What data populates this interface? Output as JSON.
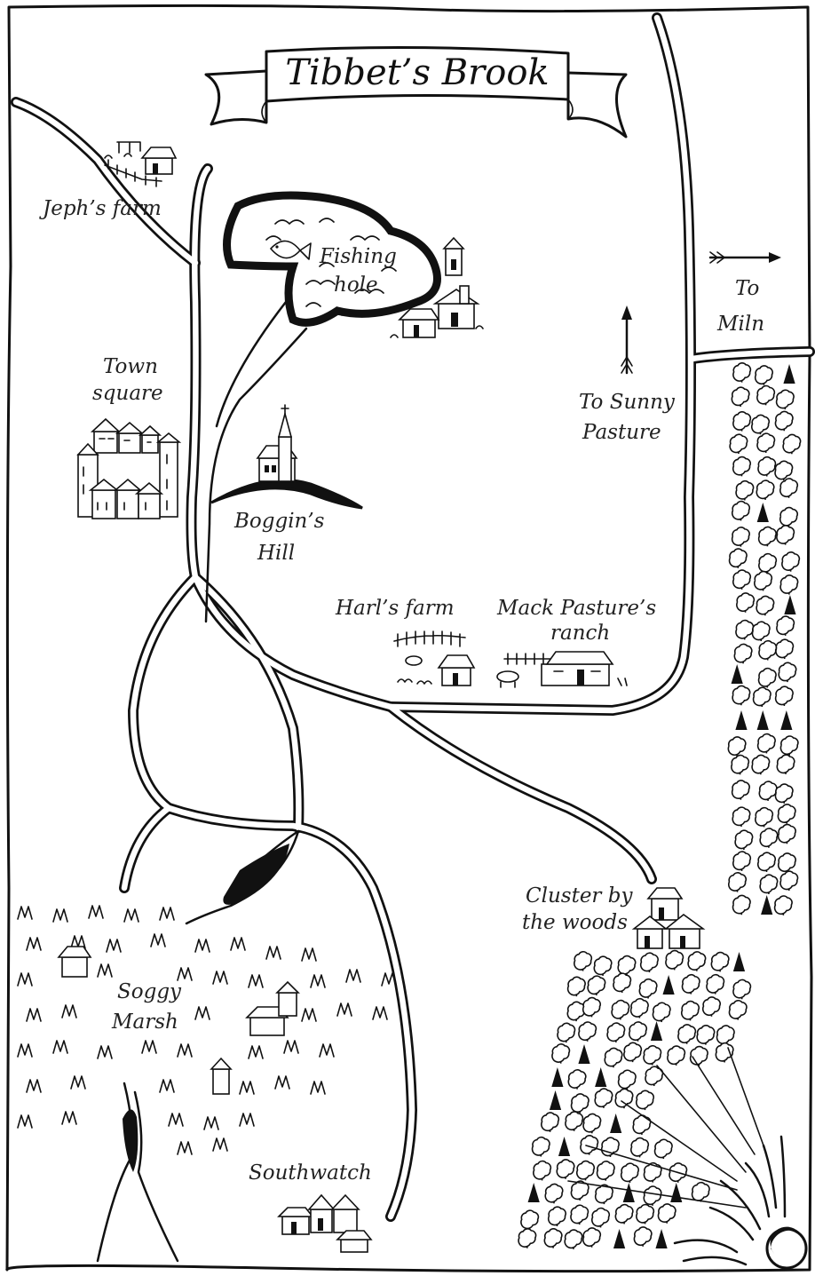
{
  "title": "Tibbet’s Brook",
  "labels": {
    "jephs_farm": "Jeph’s farm",
    "fishing_hole_1": "Fishing",
    "fishing_hole_2": "hole",
    "to_miln_1": "To",
    "to_miln_2": "Miln",
    "town_square_1": "Town",
    "town_square_2": "square",
    "to_sunny_pasture_1": "To Sunny",
    "to_sunny_pasture_2": "Pasture",
    "boggins_hill_1": "Boggin’s",
    "boggins_hill_2": "Hill",
    "harls_farm": "Harl’s farm",
    "mack_pastures_ranch_1": "Mack Pasture’s",
    "mack_pastures_ranch_2": "ranch",
    "cluster_by_woods_1": "Cluster by",
    "cluster_by_woods_2": "the woods",
    "soggy_marsh_1": "Soggy",
    "soggy_marsh_2": "Marsh",
    "southwatch": "Southwatch"
  },
  "colors": {
    "ink": "#111111",
    "paper": "#ffffff"
  },
  "icons": [
    "fish-icon",
    "church-icon",
    "house-icon",
    "tree-icon",
    "arrow-icon",
    "sun-icon",
    "fence-icon"
  ]
}
